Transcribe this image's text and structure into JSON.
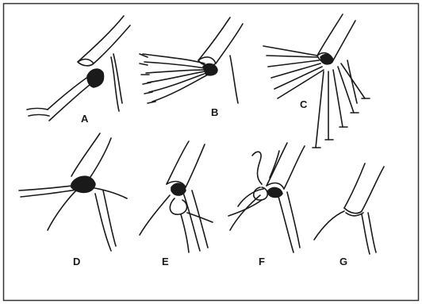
{
  "figure": {
    "panels": [
      {
        "id": "A",
        "label": "A"
      },
      {
        "id": "B",
        "label": "B"
      },
      {
        "id": "C",
        "label": "C"
      },
      {
        "id": "D",
        "label": "D"
      },
      {
        "id": "E",
        "label": "E"
      },
      {
        "id": "F",
        "label": "F"
      },
      {
        "id": "G",
        "label": "G"
      }
    ],
    "colors": {
      "ink": "#1a1a1a",
      "frame": "#333333",
      "background": "#ffffff"
    }
  }
}
